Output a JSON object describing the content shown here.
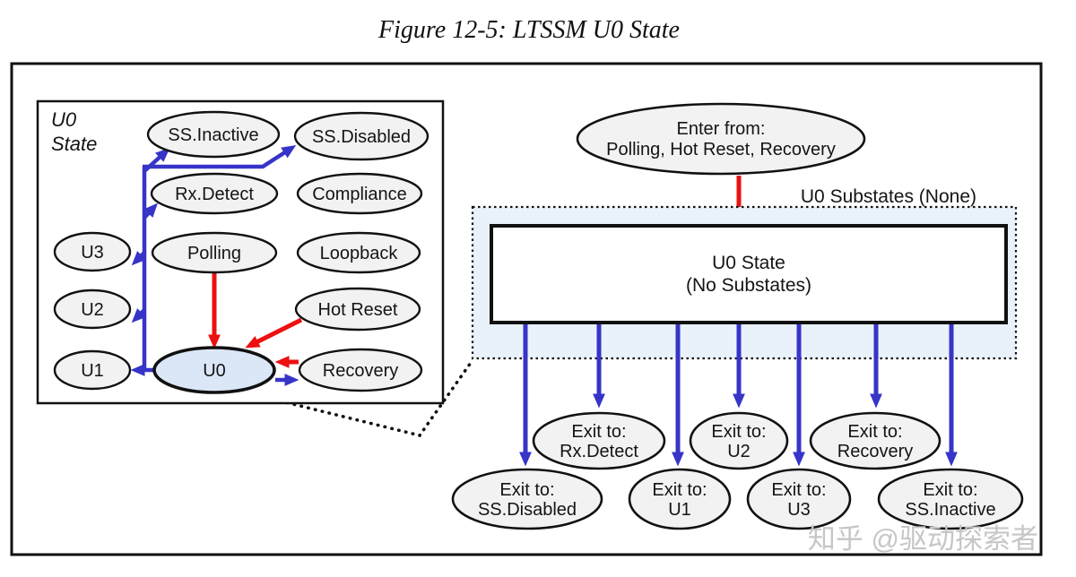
{
  "figure": {
    "title": "Figure 12-5: LTSSM U0 State"
  },
  "watermark": "知乎 @驱动探索者",
  "colors": {
    "arrow_blue": "#3734c8",
    "arrow_red": "#ec1010",
    "state_fill": "#f2f2f2",
    "u0_fill": "#dbe7f7",
    "substates_fill": "#e9f1fb",
    "outline_black": "#111111",
    "watermark_gray": "#c6c6c6"
  },
  "left_panel": {
    "label": {
      "line1": "U0",
      "line2": "State"
    },
    "states": [
      "SS.Inactive",
      "SS.Disabled",
      "Rx.Detect",
      "Compliance",
      "U3",
      "Polling",
      "Loopback",
      "U2",
      "Hot Reset",
      "U1",
      "U0",
      "Recovery"
    ]
  },
  "right_panel": {
    "enter_ellipse": {
      "line1": "Enter from:",
      "line2": "Polling, Hot Reset, Recovery"
    },
    "substates_label": "U0 Substates (None)",
    "state_box": {
      "line1": "U0 State",
      "line2": "(No Substates)"
    },
    "exits": [
      {
        "line1": "Exit to:",
        "line2": "SS.Disabled"
      },
      {
        "line1": "Exit to:",
        "line2": "Rx.Detect"
      },
      {
        "line1": "Exit to:",
        "line2": "U1"
      },
      {
        "line1": "Exit to:",
        "line2": "U2"
      },
      {
        "line1": "Exit to:",
        "line2": "U3"
      },
      {
        "line1": "Exit to:",
        "line2": "Recovery"
      },
      {
        "line1": "Exit to:",
        "line2": "SS.Inactive"
      }
    ]
  }
}
